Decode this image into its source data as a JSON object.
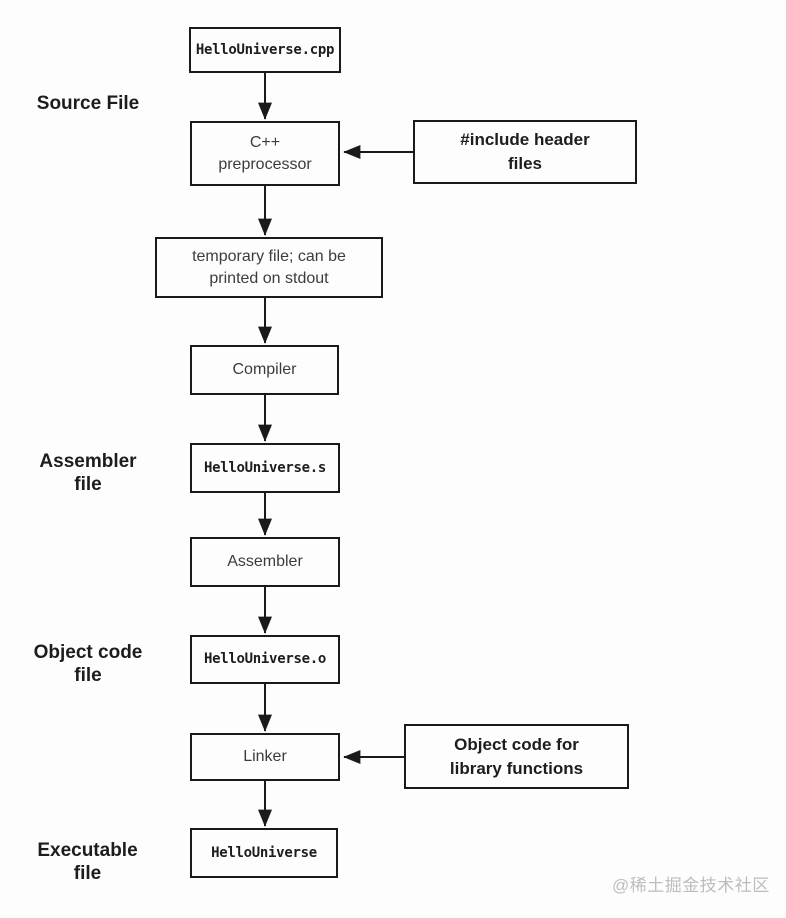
{
  "colors": {
    "background": "#fdfdfd",
    "line": "#1a1a1a",
    "box_border": "#1a1a1a",
    "regular_text": "#3c3c3c",
    "bold_text": "#1d1d1d",
    "watermark_text": "#bdbdbd"
  },
  "nodes": {
    "source_file": "HelloUniverse.cpp",
    "preprocessor": [
      "C++",
      "preprocessor"
    ],
    "include_headers": [
      "#include header",
      "files"
    ],
    "temp_file": [
      "temporary file; can be",
      "printed on stdout"
    ],
    "compiler": "Compiler",
    "assembly_file": "HelloUniverse.s",
    "assembler": "Assembler",
    "object_file": "HelloUniverse.o",
    "linker": "Linker",
    "library_objects": [
      "Object code for",
      "library functions"
    ],
    "executable": "HelloUniverse"
  },
  "labels": {
    "source_file": "Source File",
    "assembler_file": [
      "Assembler",
      "file"
    ],
    "object_code_file": [
      "Object code",
      "file"
    ],
    "executable_file": [
      "Executable",
      "file"
    ]
  },
  "edges": [
    {
      "from": "source_file",
      "to": "preprocessor"
    },
    {
      "from": "include_headers",
      "to": "preprocessor"
    },
    {
      "from": "preprocessor",
      "to": "temp_file"
    },
    {
      "from": "temp_file",
      "to": "compiler"
    },
    {
      "from": "compiler",
      "to": "assembly_file"
    },
    {
      "from": "assembly_file",
      "to": "assembler"
    },
    {
      "from": "assembler",
      "to": "object_file"
    },
    {
      "from": "object_file",
      "to": "linker"
    },
    {
      "from": "library_objects",
      "to": "linker"
    },
    {
      "from": "linker",
      "to": "executable"
    }
  ],
  "watermark": "@稀土掘金技术社区"
}
